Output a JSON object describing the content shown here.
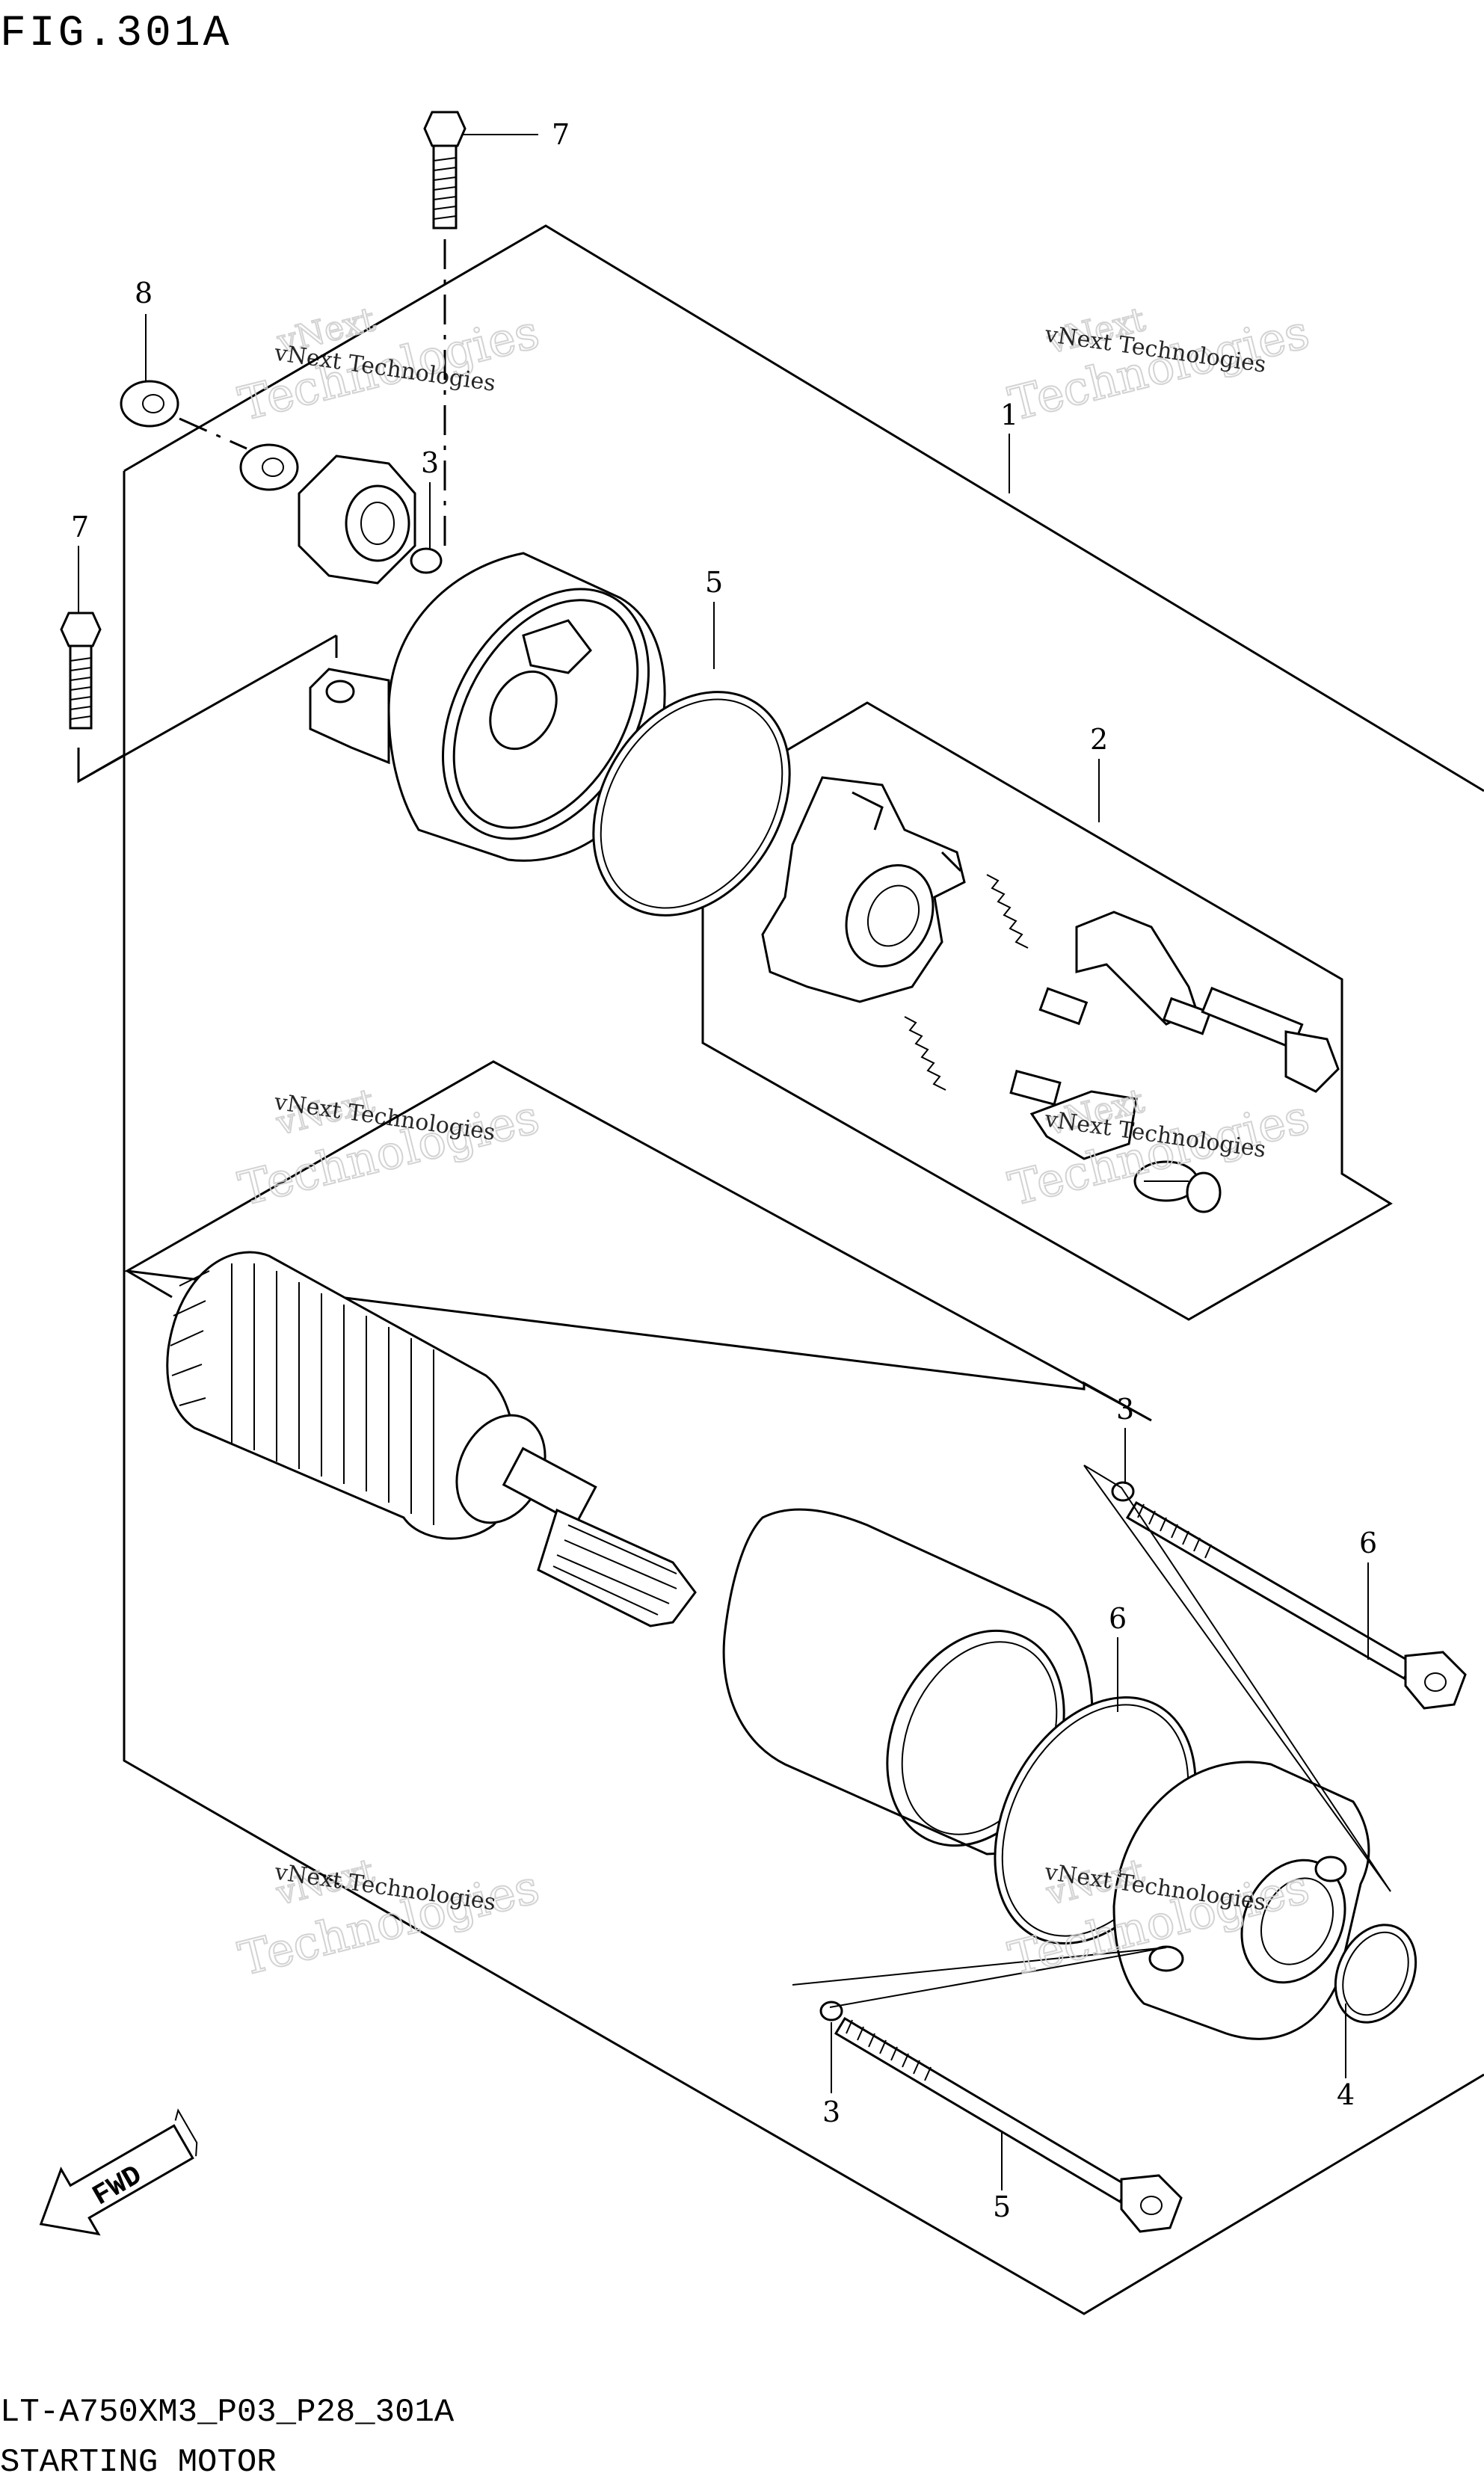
{
  "figure": {
    "title": "FIG.301A",
    "model_code": "LT-A750XM3_P03_P28_301A",
    "section_name": "STARTING MOTOR"
  },
  "watermark": {
    "line1": "vNext Technologies",
    "line2": "vNext",
    "line3": "Technologies"
  },
  "callouts": [
    {
      "id": "c1",
      "label": "1"
    },
    {
      "id": "c2",
      "label": "2"
    },
    {
      "id": "c3a",
      "label": "3"
    },
    {
      "id": "c3b",
      "label": "3"
    },
    {
      "id": "c3c",
      "label": "3"
    },
    {
      "id": "c4",
      "label": "4"
    },
    {
      "id": "c5a",
      "label": "5"
    },
    {
      "id": "c5b",
      "label": "5"
    },
    {
      "id": "c6a",
      "label": "6"
    },
    {
      "id": "c6b",
      "label": "6"
    },
    {
      "id": "c7a",
      "label": "7"
    },
    {
      "id": "c7b",
      "label": "7"
    },
    {
      "id": "c8",
      "label": "8"
    }
  ],
  "fwd_label": "FWD"
}
